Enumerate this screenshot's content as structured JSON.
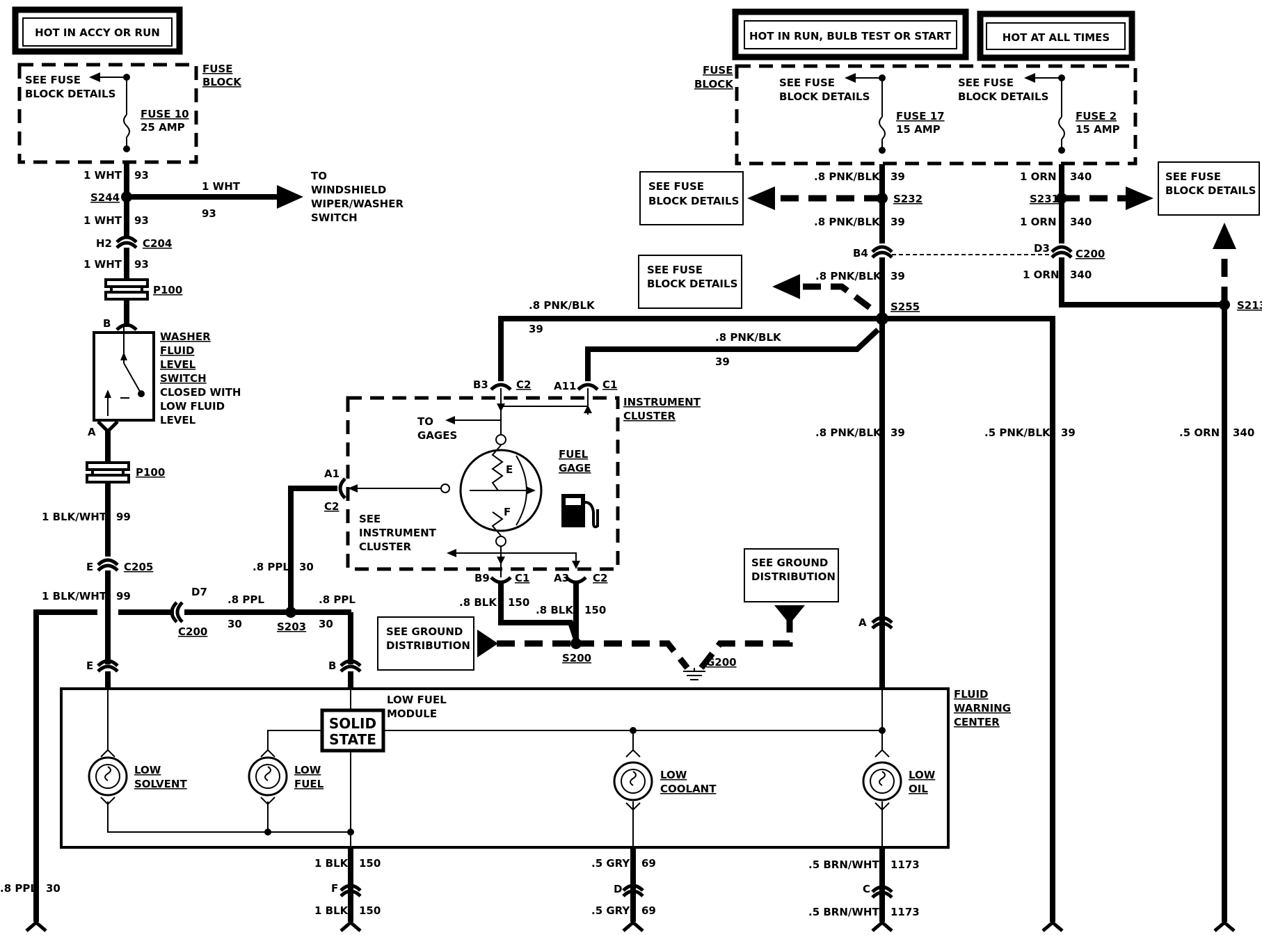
{
  "headers": {
    "accy_run": "HOT IN ACCY OR RUN",
    "run_bulb_start": "HOT IN RUN, BULB TEST OR START",
    "all_times": "HOT AT ALL TIMES"
  },
  "fuse_block_label": [
    "FUSE",
    "BLOCK"
  ],
  "see_fuse_block_details": [
    "SEE FUSE",
    "BLOCK DETAILS"
  ],
  "fuses": {
    "f10": [
      "FUSE 10",
      "25 AMP"
    ],
    "f17": [
      "FUSE 17",
      "15 AMP"
    ],
    "f2": [
      "FUSE 2",
      "15 AMP"
    ]
  },
  "wires": {
    "wht": "1 WHT",
    "wht_circuit": "93",
    "pnk_blk_8": ".8 PNK/BLK",
    "pnk_blk_5": ".5 PNK/BLK",
    "pnk_circuit": "39",
    "orn_1": "1 ORN",
    "orn_5": ".5 ORN",
    "orn_circuit": "340",
    "blk_wht": "1 BLK/WHT",
    "blk_wht_circuit": "99",
    "ppl": ".8 PPL",
    "ppl_circuit": "30",
    "blk_8": ".8 BLK",
    "blk_1": "1 BLK",
    "blk_circuit": "150",
    "gry": ".5 GRY",
    "gry_circuit": "69",
    "brn_wht": ".5 BRN/WHT",
    "brn_circuit": "1173"
  },
  "splices": {
    "s244": "S244",
    "s232": "S232",
    "s231": "S231",
    "s255": "S255",
    "s213": "S213",
    "s203": "S203",
    "s200": "S200",
    "g200": "G200"
  },
  "connectors": {
    "c204": "C204",
    "c200": "C200",
    "c205": "C205",
    "c1": "C1",
    "c2": "C2",
    "p100": "P100",
    "h2": "H2",
    "b": "B",
    "a": "A",
    "e": "E",
    "f": "F",
    "d": "D",
    "c": "C",
    "b4": "B4",
    "d3": "D3",
    "d7": "D7",
    "b3": "B3",
    "a11": "A11",
    "a1": "A1",
    "b9": "B9",
    "a3": "A3"
  },
  "windshield": [
    "TO",
    "WINDSHIELD",
    "WIPER/WASHER",
    "SWITCH"
  ],
  "washer_switch": [
    "WASHER",
    "FLUID",
    "LEVEL",
    "SWITCH",
    "CLOSED WITH",
    "LOW FLUID",
    "LEVEL"
  ],
  "instrument_cluster": [
    "INSTRUMENT",
    "CLUSTER"
  ],
  "to_gages": [
    "TO",
    "GAGES"
  ],
  "see_instrument_cluster": [
    "SEE",
    "INSTRUMENT",
    "CLUSTER"
  ],
  "fuel_gage": [
    "FUEL",
    "GAGE"
  ],
  "gage_marks": {
    "empty": "E",
    "full": "F"
  },
  "see_ground_distribution": [
    "SEE GROUND",
    "DISTRIBUTION"
  ],
  "low_fuel_module": [
    "LOW FUEL",
    "MODULE"
  ],
  "solid_state": [
    "SOLID",
    "STATE"
  ],
  "fluid_warning_center": [
    "FLUID",
    "WARNING",
    "CENTER"
  ],
  "lamps": {
    "solvent": [
      "LOW",
      "SOLVENT"
    ],
    "fuel": [
      "LOW",
      "FUEL"
    ],
    "coolant": [
      "LOW",
      "COOLANT"
    ],
    "oil": [
      "LOW",
      "OIL"
    ]
  }
}
